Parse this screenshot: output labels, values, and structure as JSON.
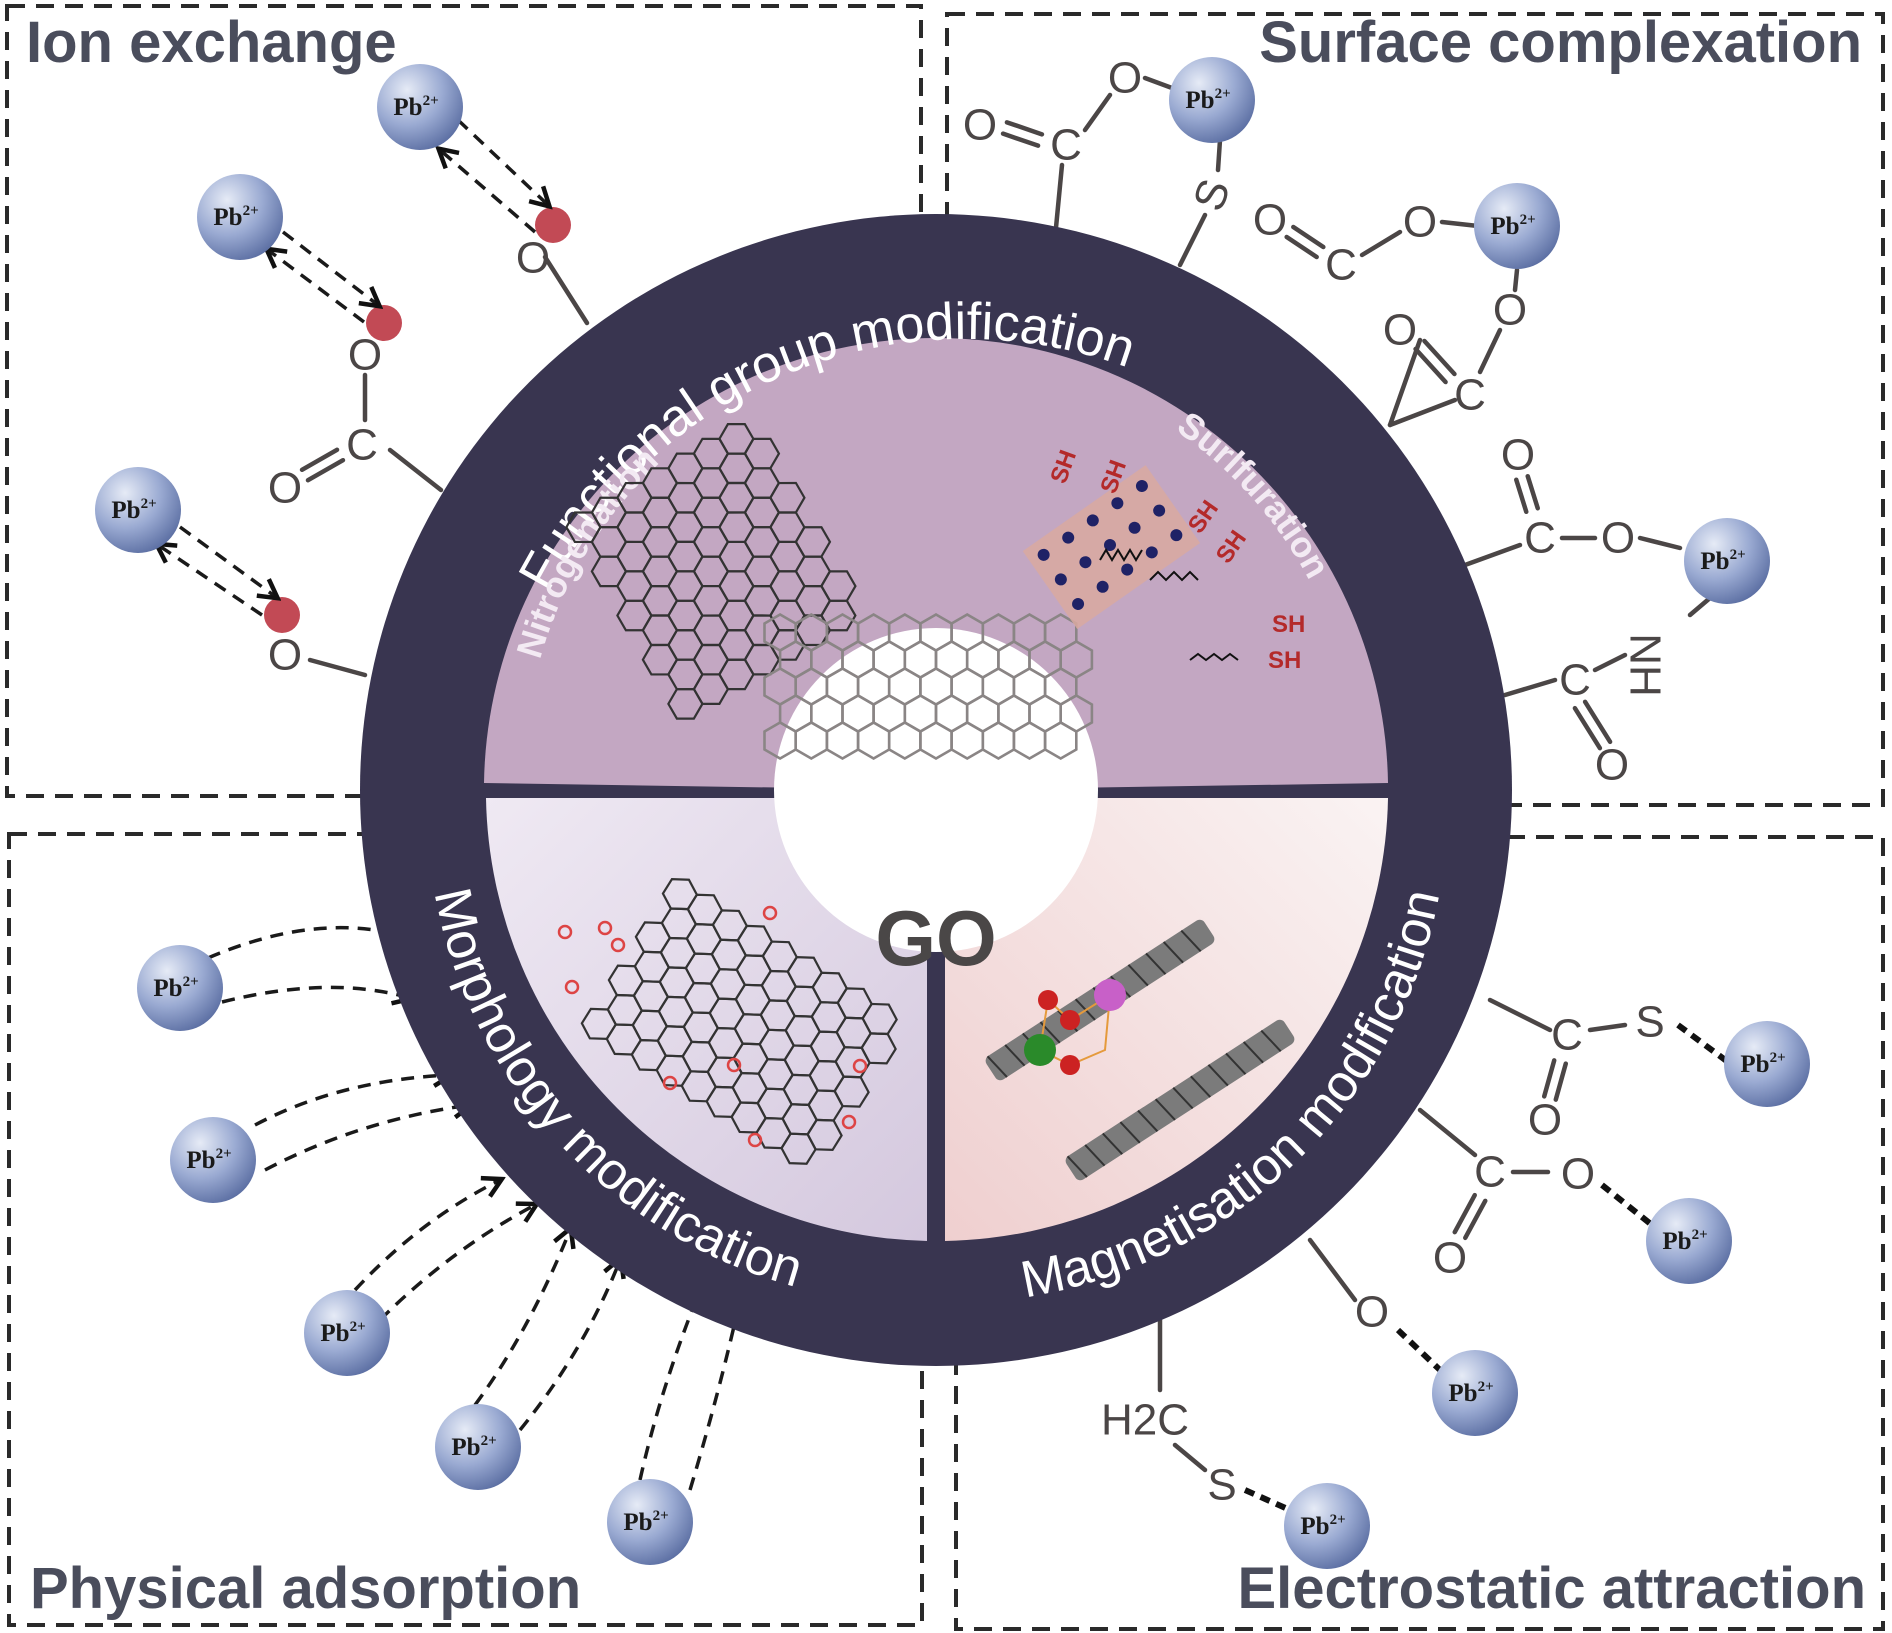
{
  "figure": {
    "center_label": "GO",
    "ring_sections": [
      {
        "id": "functional",
        "label": "Functional group modification"
      },
      {
        "id": "morphology",
        "label": "Morphology modification"
      },
      {
        "id": "magnetisation",
        "label": "Magnetisation modification"
      }
    ],
    "inner_quadrants": [
      {
        "id": "nitrogenation",
        "label": "Nitrogenation",
        "color": "#c3a7c2"
      },
      {
        "id": "sulfuration",
        "label": "Surlfuration",
        "color": "#c3a7c2"
      },
      {
        "id": "morphology",
        "label": "",
        "color": "#e2d9e9"
      },
      {
        "id": "magnetisation",
        "label": "",
        "color": "#f3dede"
      }
    ],
    "mechanisms": [
      {
        "id": "ion-exchange",
        "title": "Ion exchange",
        "position": "top-left"
      },
      {
        "id": "surface-complexation",
        "title": "Surface complexation",
        "position": "top-right"
      },
      {
        "id": "physical-adsorption",
        "title": "Physical adsorption",
        "position": "bottom-left"
      },
      {
        "id": "electrostatic-attraction",
        "title": "Electrostatic attraction",
        "position": "bottom-right"
      }
    ],
    "ion_label": {
      "base": "Pb",
      "charge": "2+"
    },
    "sulfur_group_label": "SH",
    "atoms": {
      "oxygen": "O",
      "carbon": "C",
      "sulfur": "S",
      "nh": "NH",
      "h2c_main": "H",
      "h2c_sub": "2",
      "h2c_tail": "C",
      "anion_mark": "-"
    },
    "colors": {
      "ring": "#393550",
      "pb_ion_light": "#c9d2e8",
      "pb_ion_dark": "#5f72a6",
      "exchange_site": "#c24a55",
      "title_text": "#4a4d5c"
    },
    "counts": {
      "ion_exchange_pb": 3,
      "surface_complexation_pb": 3,
      "physical_adsorption_pb": 5,
      "electrostatic_pb": 4
    }
  }
}
